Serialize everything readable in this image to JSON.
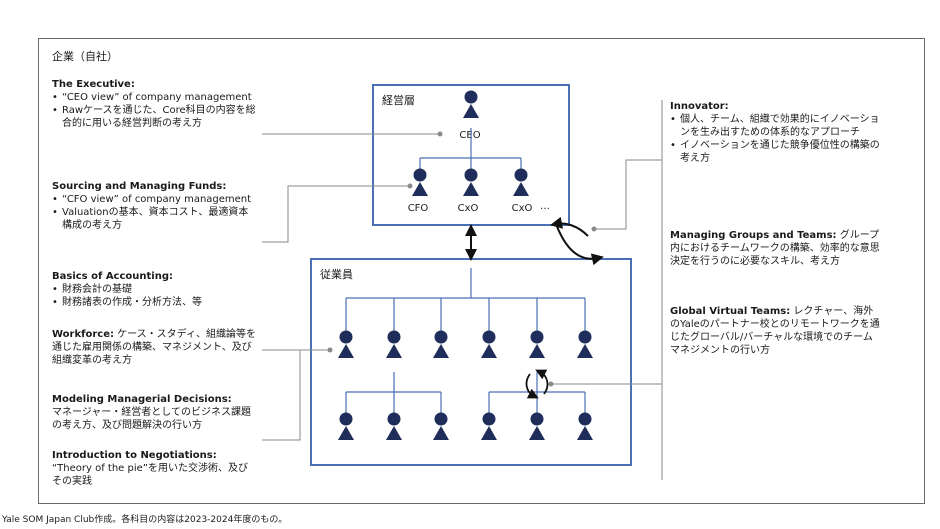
{
  "company_label": "企業（自社）",
  "management": {
    "label": "経営層",
    "roles": {
      "ceo": "CEO",
      "cfo": "CFO",
      "cxo1": "CxO",
      "cxo2": "CxO",
      "ellipsis": "…"
    }
  },
  "employees": {
    "label": "従業員"
  },
  "left_courses": [
    {
      "title": "The Executive:",
      "bullets": [
        "“CEO view” of company management",
        "Rawケースを通じた、Core科目の内容を総合的に用いる経営判断の考え方"
      ]
    },
    {
      "title": "Sourcing and Managing Funds:",
      "bullets": [
        "“CFO view” of company management",
        "Valuationの基本、資本コスト、最適資本構成の考え方"
      ]
    },
    {
      "title": "Basics of Accounting:",
      "bullets": [
        "財務会計の基礎",
        "財務諸表の作成・分析方法、等"
      ]
    },
    {
      "title": "Workforce:",
      "text": "ケース・スタディ、組織論等を通じた雇用関係の構築、マネジメント、及び組織変革の考え方"
    },
    {
      "title": "Modeling Managerial Decisions:",
      "text": "マネージャー・経営者としてのビジネス課題の考え方、及び問題解決の行い方"
    },
    {
      "title": "Introduction to Negotiations:",
      "text": "“Theory of the pie”を用いた交渉術、及びその実践"
    }
  ],
  "right_courses": [
    {
      "title": "Innovator:",
      "bullets": [
        "個人、チーム、組織で効果的にイノベーションを生み出すための体系的なアプローチ",
        "イノベーションを通じた競争優位性の構築の考え方"
      ]
    },
    {
      "title": "Managing Groups and Teams:",
      "text": "グループ内におけるチームワークの構築、効率的な意思決定を行うのに必要なスキル、考え方"
    },
    {
      "title": "Global Virtual Teams:",
      "text": "レクチャー、海外のYaleのパートナー校とのリモートワークを通じたグローバル/バーチャルな環境でのチームマネジメントの行い方"
    }
  ],
  "footer": "Yale SOM Japan Club作成。各科目の内容は2023-2024年度のもの。",
  "colors": {
    "box_border": "#4a6fb3",
    "person": "#1f2d5a",
    "connector": "#8a8a8a"
  },
  "icons": [
    "person-icon",
    "circular-arrows-icon",
    "double-arrow-icon"
  ]
}
